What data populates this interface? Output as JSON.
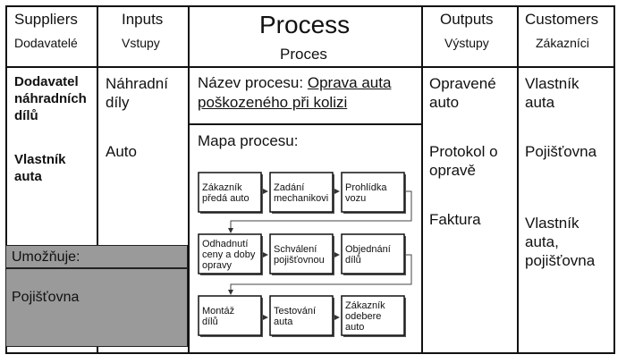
{
  "columns": {
    "suppliers": {
      "title": "Suppliers",
      "subtitle": "Dodavatelé",
      "items": [
        "Dodavatel náhradních dílů",
        "Vlastník auta"
      ]
    },
    "inputs": {
      "title": "Inputs",
      "subtitle": "Vstupy",
      "items": [
        "Náhradní díly",
        "Auto"
      ]
    },
    "process": {
      "title": "Process",
      "subtitle": "Proces",
      "name_label": "Název procesu:",
      "name_value": "Oprava auta poškozeného při kolizi",
      "map_label": "Mapa procesu:"
    },
    "outputs": {
      "title": "Outputs",
      "subtitle": "Výstupy",
      "items": [
        "Opravené auto",
        "Protokol o opravě",
        "Faktura"
      ]
    },
    "customers": {
      "title": "Customers",
      "subtitle": "Zákazníci",
      "items": [
        "Vlastník auta",
        "Pojišťovna",
        "Vlastník auta, pojišťovna"
      ]
    }
  },
  "enablers": {
    "title": "Umožňuje:",
    "items": [
      "Pojišťovna"
    ]
  },
  "process_steps": [
    [
      "Zákazník",
      "předá auto"
    ],
    [
      "Zadání",
      "mechanikovi"
    ],
    [
      "Prohlídka",
      "vozu"
    ],
    [
      "Odhadnutí",
      "ceny a doby",
      "opravy"
    ],
    [
      "Schválení",
      "pojišťovnou"
    ],
    [
      "Objednání",
      "dílů"
    ],
    [
      "Montáž",
      "dílů"
    ],
    [
      "Testování",
      "auta"
    ],
    [
      "Zákazník",
      "odebere",
      "auto"
    ]
  ]
}
